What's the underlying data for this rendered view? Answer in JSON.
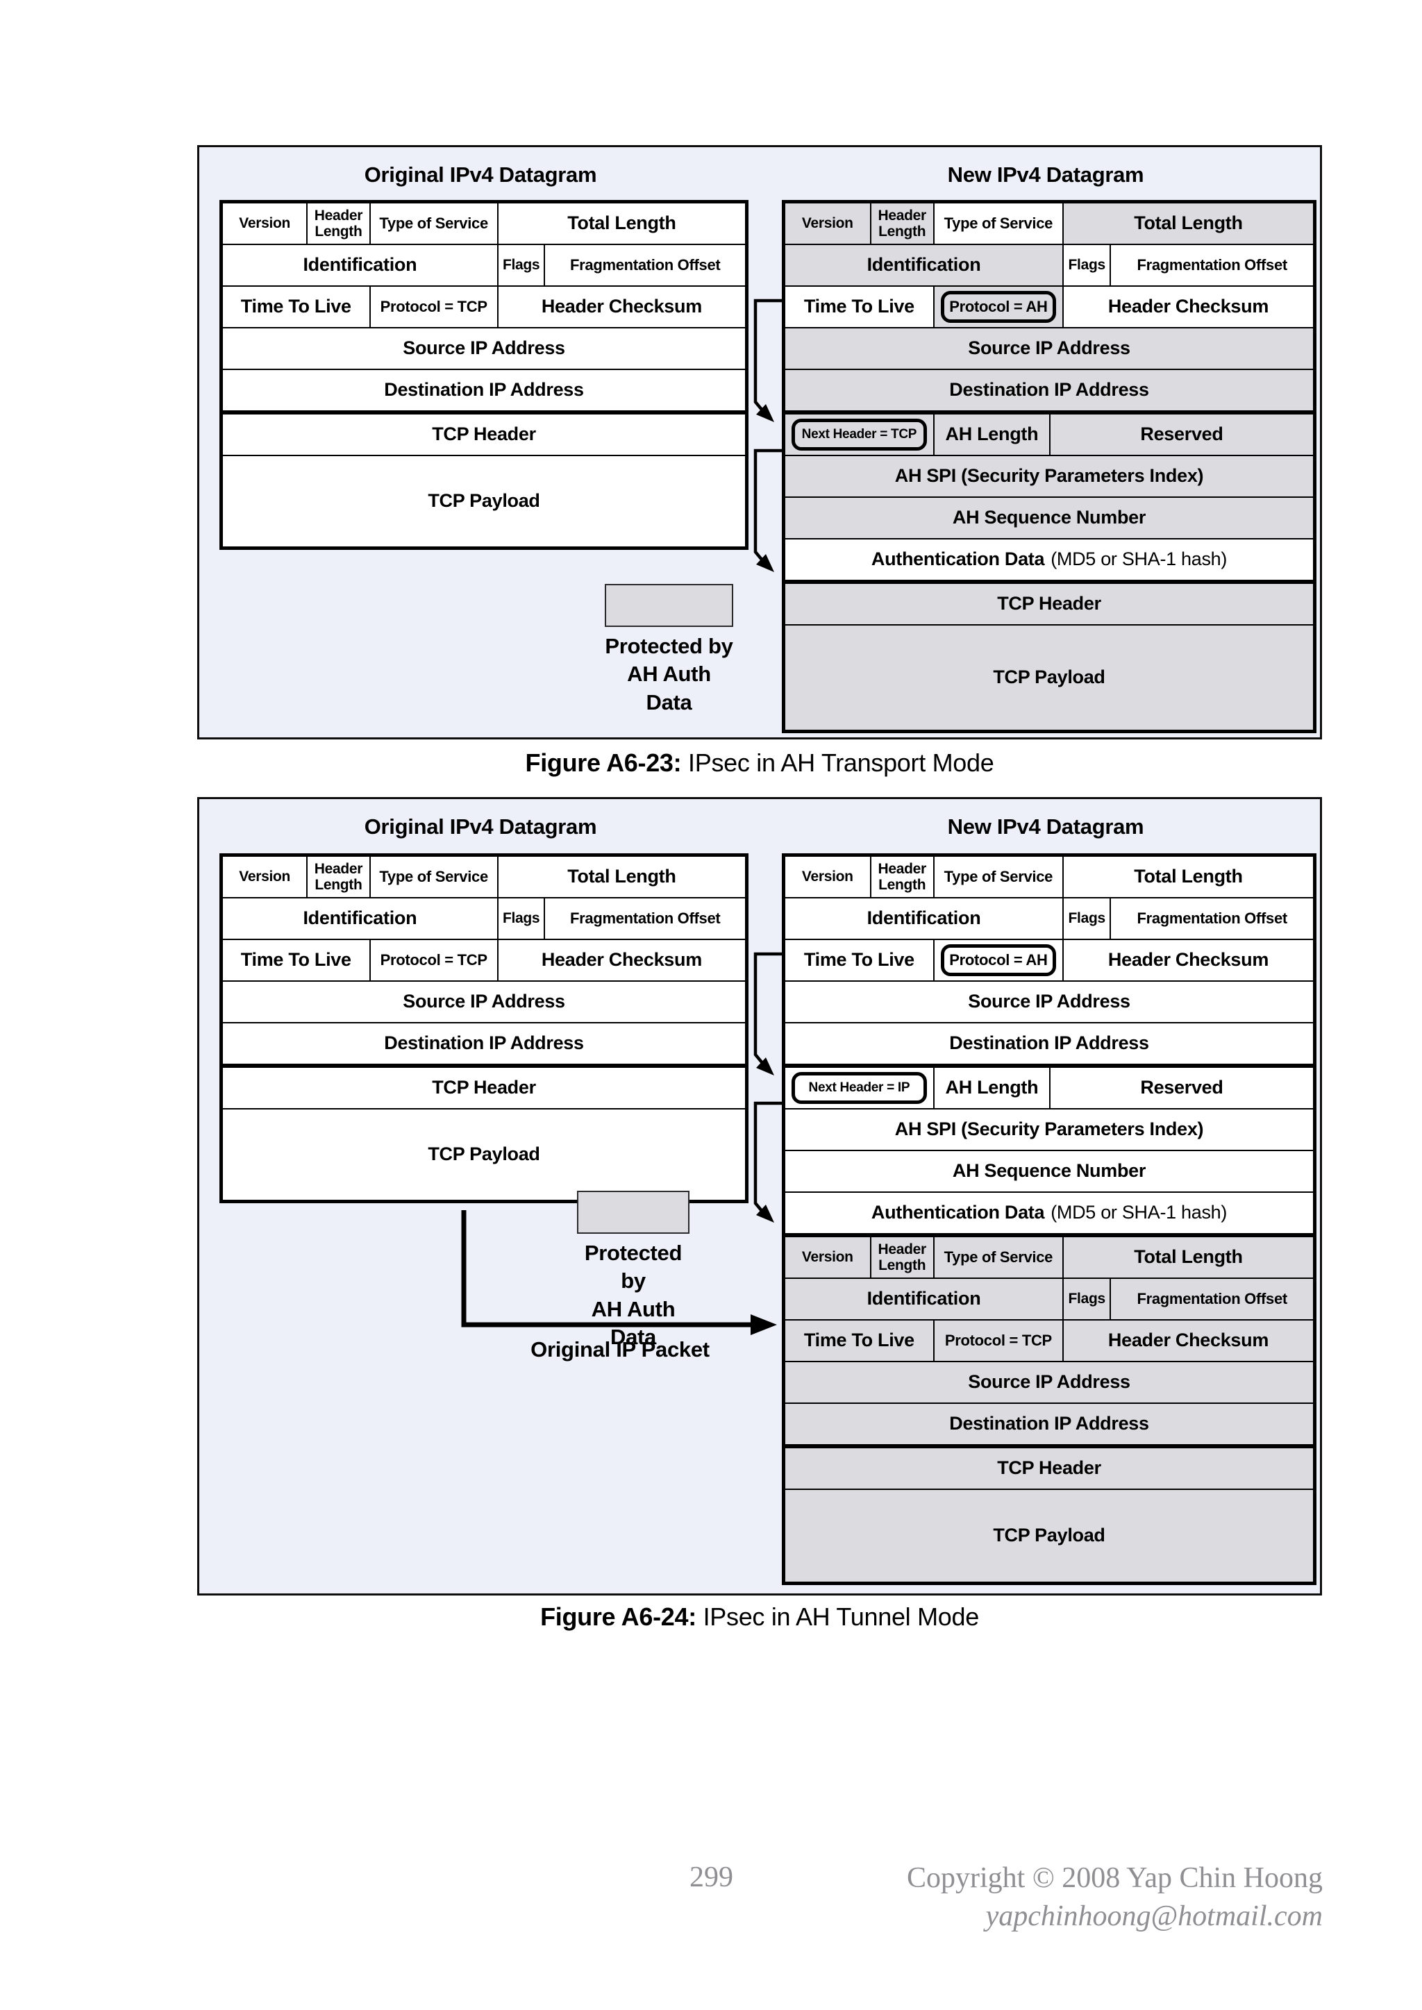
{
  "colors": {
    "panel_bg": "#edf0f8",
    "protected_gray": "#dcdce0",
    "line_black": "#000000",
    "footer_gray": "#8f8f93"
  },
  "footer": {
    "page_number": "299",
    "copyright": "Copyright © 2008 Yap Chin Hoong",
    "email": "yapchinhoong@hotmail.com"
  },
  "diagrams": [
    {
      "caption_bold": "Figure A6-23:",
      "caption_rest": " IPsec in AH Transport Mode",
      "original_title": "Original IPv4 Datagram",
      "new_title": "New IPv4 Datagram",
      "legend": {
        "line1": "Protected by",
        "line2": "AH Auth Data"
      },
      "original_rows": [
        {
          "cells": [
            {
              "label": "Version",
              "w": 16,
              "size": "small"
            },
            {
              "label": "Header Length",
              "w": 12,
              "size": "small",
              "wrap": true
            },
            {
              "label": "Type of Service",
              "w": 24.5,
              "size": "mid"
            },
            {
              "label": "Total Length",
              "w": 47.5
            }
          ]
        },
        {
          "cells": [
            {
              "label": "Identification",
              "w": 52.5
            },
            {
              "label": "Flags",
              "w": 9,
              "size": "small"
            },
            {
              "label": "Fragmentation Offset",
              "w": 38.5,
              "size": "mid"
            }
          ]
        },
        {
          "cells": [
            {
              "label": "Time To Live",
              "w": 28
            },
            {
              "label": "Protocol = TCP",
              "w": 24.5,
              "size": "mid"
            },
            {
              "label": "Header Checksum",
              "w": 47.5
            }
          ]
        },
        {
          "cells": [
            {
              "label": "Source IP Address"
            }
          ]
        },
        {
          "cells": [
            {
              "label": "Destination IP Address"
            }
          ]
        },
        {
          "thick": true,
          "cells": [
            {
              "label": "TCP Header"
            }
          ]
        },
        {
          "h": 130,
          "cells": [
            {
              "label": "TCP Payload"
            }
          ]
        }
      ],
      "new_rows": [
        {
          "cells": [
            {
              "label": "Version",
              "w": 16,
              "size": "small",
              "bg": "g"
            },
            {
              "label": "Header Length",
              "w": 12,
              "size": "small",
              "wrap": true,
              "bg": "g"
            },
            {
              "label": "Type of Service",
              "w": 24.5,
              "size": "mid"
            },
            {
              "label": "Total Length",
              "w": 47.5,
              "bg": "g"
            }
          ]
        },
        {
          "cells": [
            {
              "label": "Identification",
              "w": 52.5,
              "bg": "g"
            },
            {
              "label": "Flags",
              "w": 9,
              "size": "small"
            },
            {
              "label": "Fragmentation Offset",
              "w": 38.5,
              "size": "mid"
            }
          ]
        },
        {
          "cells": [
            {
              "label": "Time To Live",
              "w": 28
            },
            {
              "label": "Protocol = AH",
              "w": 24.5,
              "box": true,
              "bg": "g"
            },
            {
              "label": "Header Checksum",
              "w": 47.5
            }
          ]
        },
        {
          "cells": [
            {
              "label": "Source IP Address",
              "bg": "g"
            }
          ]
        },
        {
          "cells": [
            {
              "label": "Destination IP Address",
              "bg": "g"
            }
          ]
        },
        {
          "thick": true,
          "cells": [
            {
              "label": "Next Header = TCP",
              "w": 28,
              "box": true,
              "size": "tiny",
              "bg": "g"
            },
            {
              "label": "AH Length",
              "w": 22,
              "bg": "g"
            },
            {
              "label": "Reserved",
              "w": 50,
              "bg": "g"
            }
          ]
        },
        {
          "cells": [
            {
              "label": "AH SPI (Security Parameters Index)",
              "bg": "g"
            }
          ]
        },
        {
          "cells": [
            {
              "label": "AH Sequence Number",
              "bg": "g"
            }
          ]
        },
        {
          "cells": [
            {
              "label": "Authentication Data",
              "note": "(MD5 or SHA-1 hash)"
            }
          ]
        },
        {
          "thick": true,
          "cells": [
            {
              "label": "TCP Header",
              "bg": "g"
            }
          ]
        },
        {
          "h": 150,
          "cells": [
            {
              "label": "TCP Payload",
              "bg": "g"
            }
          ]
        }
      ]
    },
    {
      "caption_bold": "Figure A6-24:",
      "caption_rest": " IPsec in AH Tunnel Mode",
      "original_title": "Original IPv4 Datagram",
      "new_title": "New IPv4 Datagram",
      "legend": {
        "line1": "Protected by",
        "line2": "AH Auth Data"
      },
      "original_packet_label": "Original IP Packet",
      "original_rows": [
        {
          "cells": [
            {
              "label": "Version",
              "w": 16,
              "size": "small"
            },
            {
              "label": "Header Length",
              "w": 12,
              "size": "small",
              "wrap": true
            },
            {
              "label": "Type of Service",
              "w": 24.5,
              "size": "mid"
            },
            {
              "label": "Total Length",
              "w": 47.5
            }
          ]
        },
        {
          "cells": [
            {
              "label": "Identification",
              "w": 52.5
            },
            {
              "label": "Flags",
              "w": 9,
              "size": "small"
            },
            {
              "label": "Fragmentation Offset",
              "w": 38.5,
              "size": "mid"
            }
          ]
        },
        {
          "cells": [
            {
              "label": "Time To Live",
              "w": 28
            },
            {
              "label": "Protocol = TCP",
              "w": 24.5,
              "size": "mid"
            },
            {
              "label": "Header Checksum",
              "w": 47.5
            }
          ]
        },
        {
          "cells": [
            {
              "label": "Source IP Address"
            }
          ]
        },
        {
          "cells": [
            {
              "label": "Destination IP Address"
            }
          ]
        },
        {
          "thick": true,
          "cells": [
            {
              "label": "TCP Header"
            }
          ]
        },
        {
          "h": 130,
          "cells": [
            {
              "label": "TCP Payload"
            }
          ]
        }
      ],
      "new_rows": [
        {
          "cells": [
            {
              "label": "Version",
              "w": 16,
              "size": "small"
            },
            {
              "label": "Header Length",
              "w": 12,
              "size": "small",
              "wrap": true
            },
            {
              "label": "Type of Service",
              "w": 24.5,
              "size": "mid"
            },
            {
              "label": "Total Length",
              "w": 47.5
            }
          ]
        },
        {
          "cells": [
            {
              "label": "Identification",
              "w": 52.5
            },
            {
              "label": "Flags",
              "w": 9,
              "size": "small"
            },
            {
              "label": "Fragmentation Offset",
              "w": 38.5,
              "size": "mid"
            }
          ]
        },
        {
          "cells": [
            {
              "label": "Time To Live",
              "w": 28
            },
            {
              "label": "Protocol = AH",
              "w": 24.5,
              "box": true
            },
            {
              "label": "Header Checksum",
              "w": 47.5
            }
          ]
        },
        {
          "cells": [
            {
              "label": "Source IP Address"
            }
          ]
        },
        {
          "cells": [
            {
              "label": "Destination IP Address"
            }
          ]
        },
        {
          "thick": true,
          "cells": [
            {
              "label": "Next Header = IP",
              "w": 28,
              "box": true,
              "size": "tiny"
            },
            {
              "label": "AH Length",
              "w": 22
            },
            {
              "label": "Reserved",
              "w": 50
            }
          ]
        },
        {
          "cells": [
            {
              "label": "AH SPI (Security Parameters Index)"
            }
          ]
        },
        {
          "cells": [
            {
              "label": "AH Sequence Number"
            }
          ]
        },
        {
          "cells": [
            {
              "label": "Authentication Data",
              "note": "(MD5 or SHA-1 hash)"
            }
          ]
        },
        {
          "thick": true,
          "cells": [
            {
              "label": "Version",
              "w": 16,
              "size": "small",
              "bg": "g"
            },
            {
              "label": "Header Length",
              "w": 12,
              "size": "small",
              "wrap": true,
              "bg": "g"
            },
            {
              "label": "Type of Service",
              "w": 24.5,
              "size": "mid",
              "bg": "g"
            },
            {
              "label": "Total Length",
              "w": 47.5,
              "bg": "g"
            }
          ]
        },
        {
          "cells": [
            {
              "label": "Identification",
              "w": 52.5,
              "bg": "g"
            },
            {
              "label": "Flags",
              "w": 9,
              "size": "small",
              "bg": "g"
            },
            {
              "label": "Fragmentation Offset",
              "w": 38.5,
              "size": "mid",
              "bg": "g"
            }
          ]
        },
        {
          "cells": [
            {
              "label": "Time To Live",
              "w": 28,
              "bg": "g"
            },
            {
              "label": "Protocol = TCP",
              "w": 24.5,
              "size": "mid",
              "bg": "g"
            },
            {
              "label": "Header Checksum",
              "w": 47.5,
              "bg": "g"
            }
          ]
        },
        {
          "cells": [
            {
              "label": "Source IP Address",
              "bg": "g"
            }
          ]
        },
        {
          "cells": [
            {
              "label": "Destination IP Address",
              "bg": "g"
            }
          ]
        },
        {
          "thick": true,
          "cells": [
            {
              "label": "TCP Header",
              "bg": "g"
            }
          ]
        },
        {
          "h": 132,
          "cells": [
            {
              "label": "TCP Payload",
              "bg": "g"
            }
          ]
        }
      ]
    }
  ]
}
